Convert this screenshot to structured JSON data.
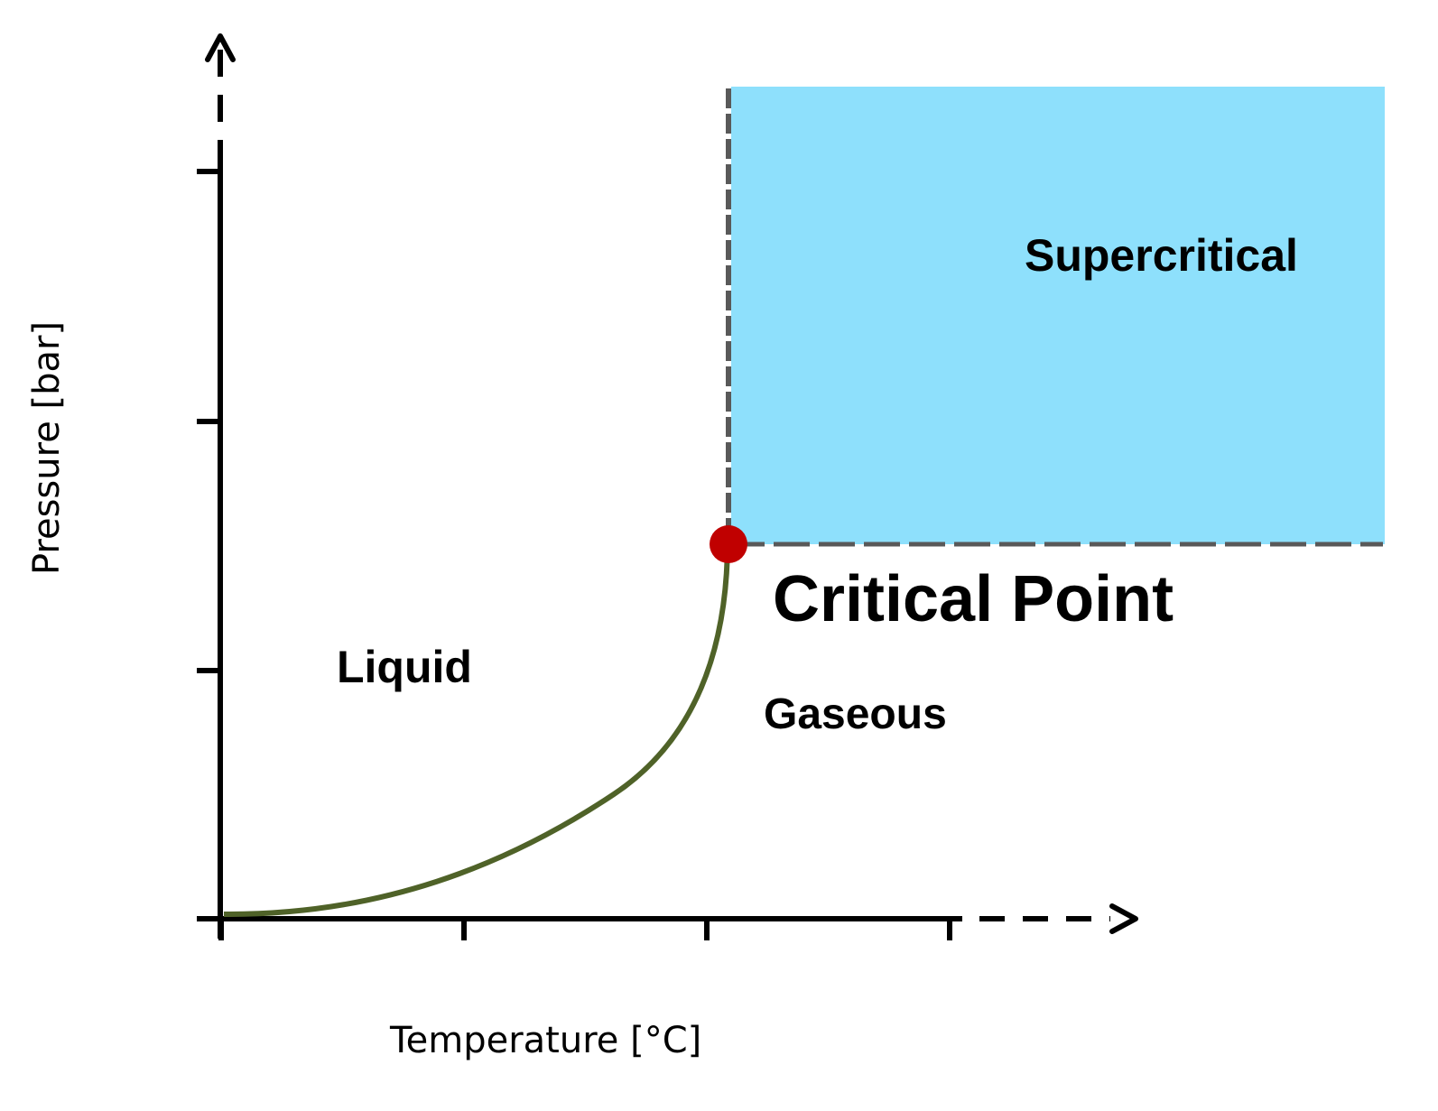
{
  "chart_data": {
    "type": "diagram",
    "title": "",
    "xlabel": "Temperature [°C]",
    "ylabel": "Pressure [bar]",
    "x_ticks_count": 4,
    "y_ticks_count": 4,
    "tick_labels": [],
    "regions": [
      {
        "name": "Liquid",
        "label": "Liquid"
      },
      {
        "name": "Gaseous",
        "label": "Gaseous"
      },
      {
        "name": "Supercritical",
        "label": "Supercritical",
        "color": "#8EE0FC"
      }
    ],
    "critical_point": {
      "label": "Critical Point",
      "color": "#C00000"
    },
    "phase_boundary": {
      "name": "vapor-pressure curve",
      "color": "#4F6228"
    },
    "boundary_line_color": "#595959",
    "axis_color": "#000000"
  }
}
